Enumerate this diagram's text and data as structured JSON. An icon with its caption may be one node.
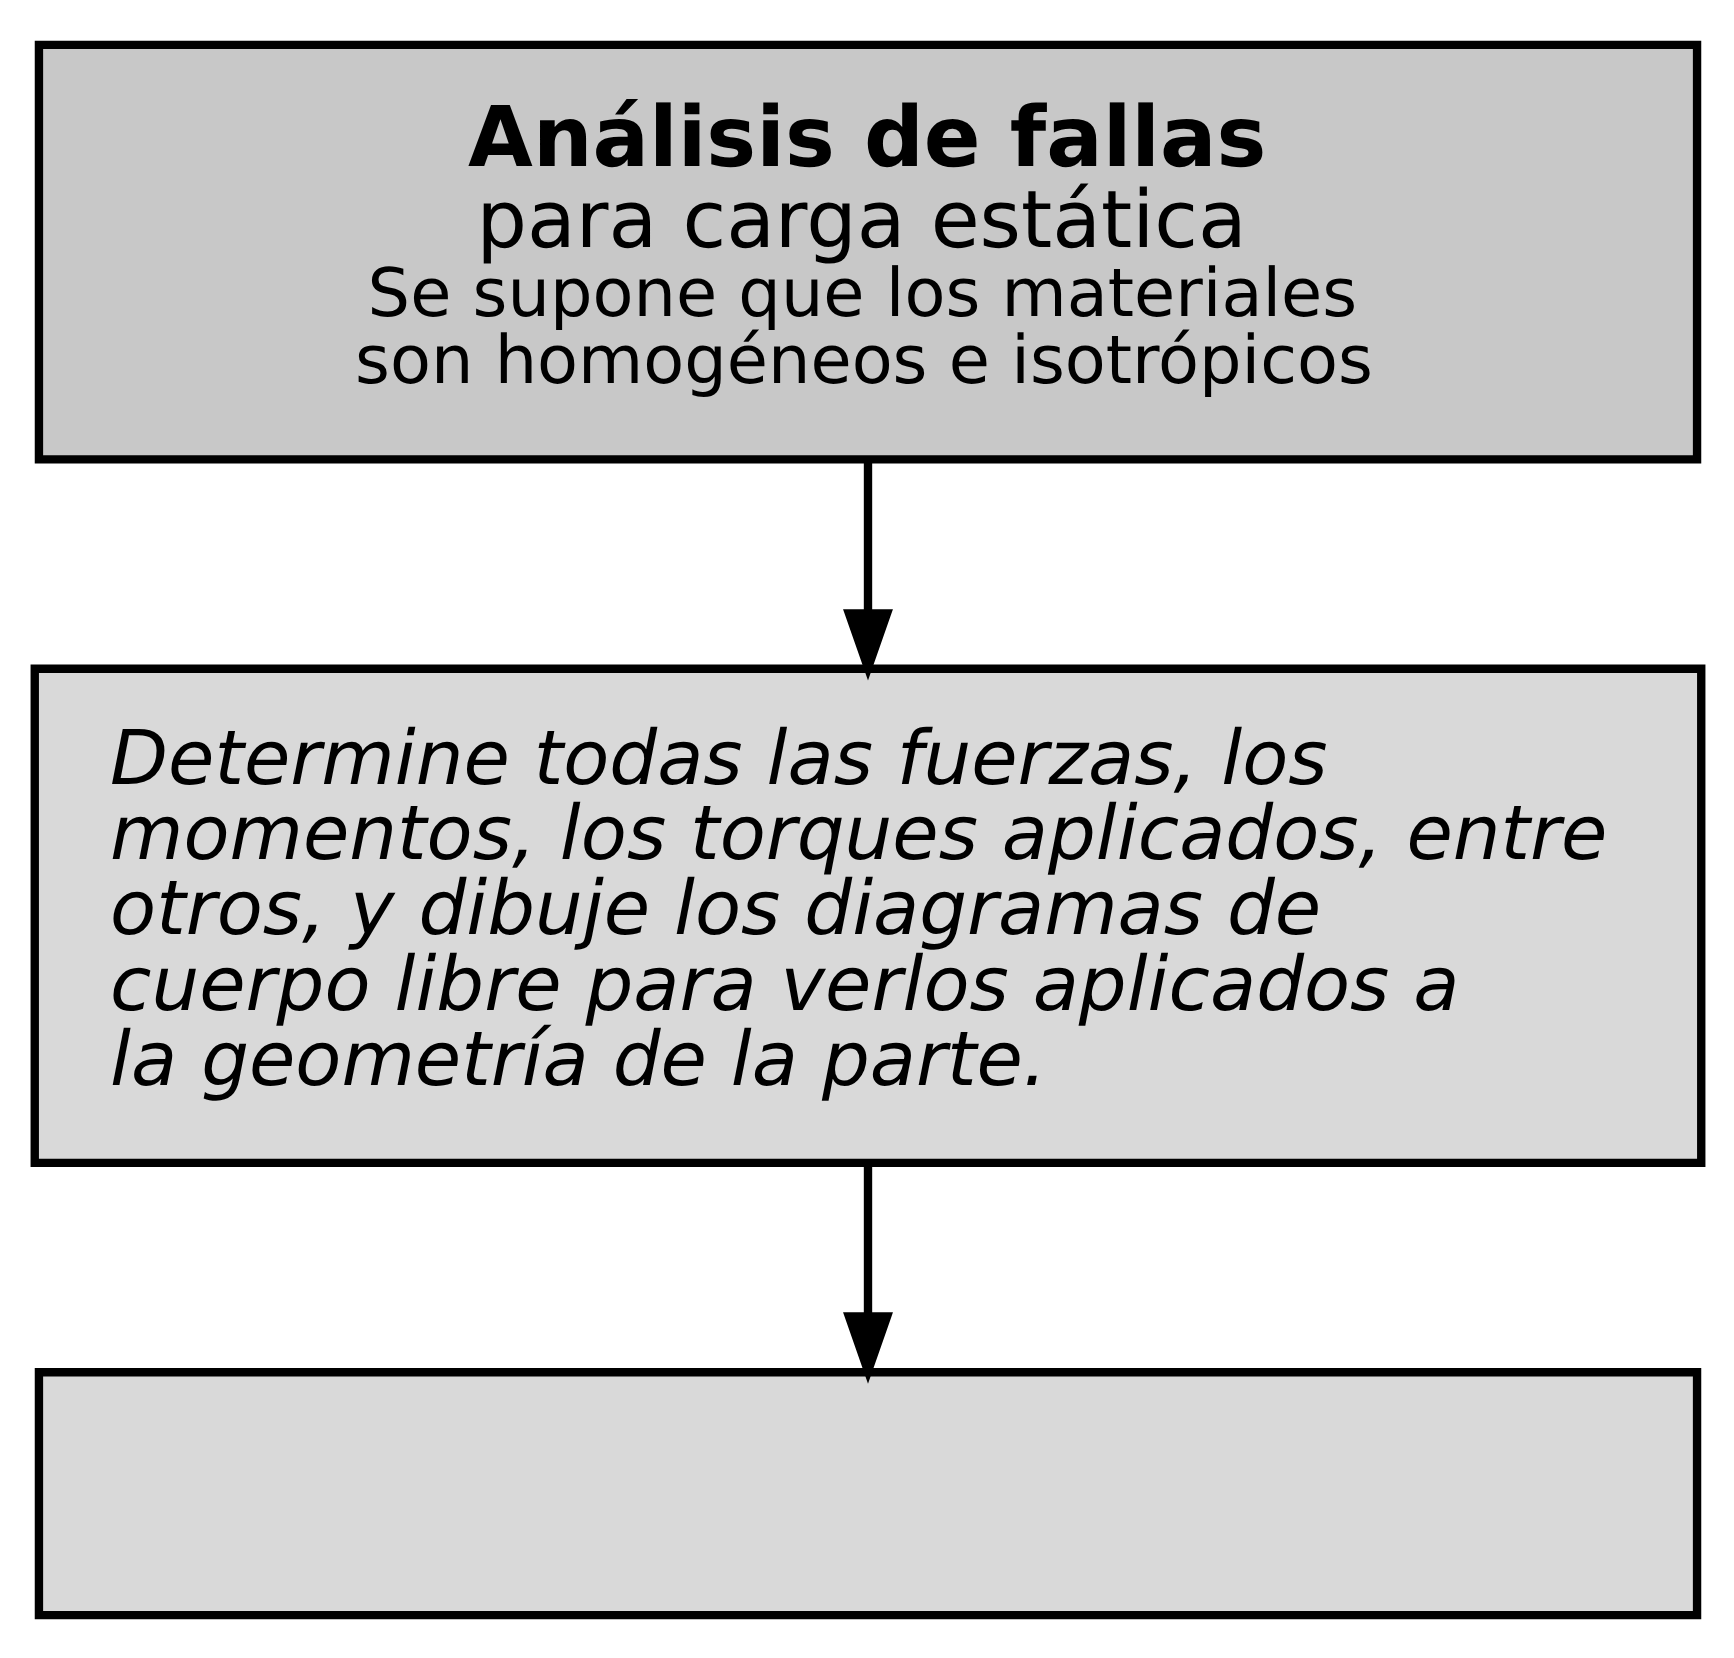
{
  "diagram": {
    "nodes": [
      {
        "text": [
          "Análisis de fallas",
          "para carga estática",
          "Se supone que los materiales son homogéneos e isotrópicos"
        ]
      },
      {
        "text": [
          "Determine todas las fuerzas, los momentos, los torques aplicados, entre otros, y dibuje los diagramas de cuerpo libre para verlos aplicados a la geometría de la parte."
        ]
      },
      {
        "text": [],
        "shape": "box"
      }
    ],
    "edges": [
      {
        "from": 0,
        "to": 1,
        "arrow": "to"
      },
      {
        "from": 1,
        "to": 2,
        "arrow": "to"
      }
    ]
  }
}
